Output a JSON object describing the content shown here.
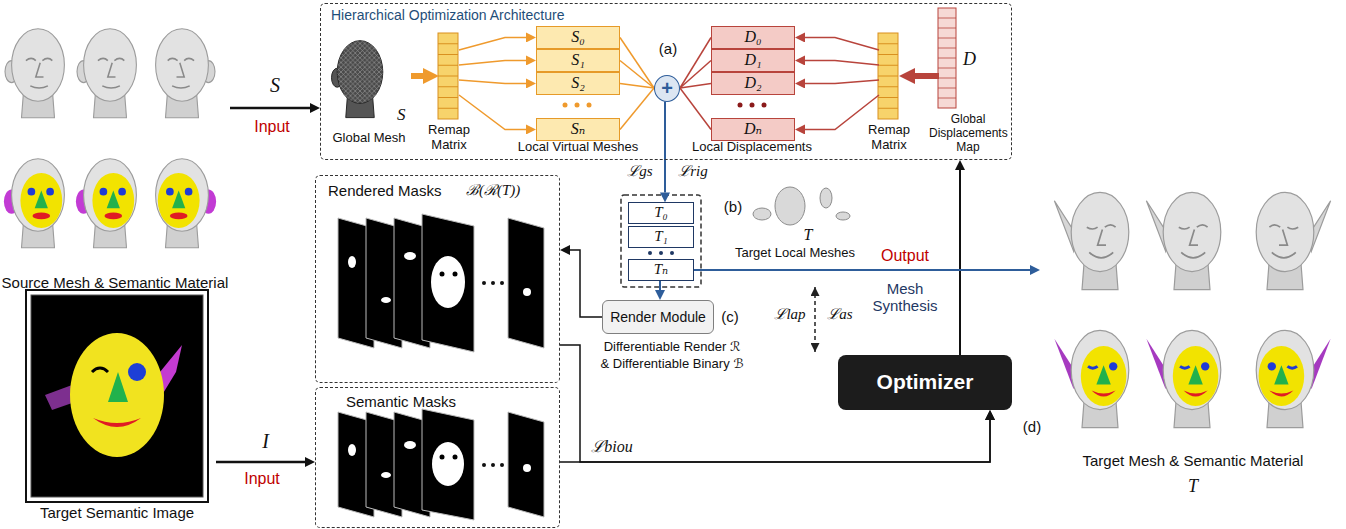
{
  "diagram": {
    "nodes": [
      {
        "text": [
          "Source Mesh & Semantic Material"
        ]
      },
      {
        "text": [
          "Hierarchical Optimization Architecture"
        ]
      },
      {
        "text": [
          "S",
          "Global Mesh"
        ],
        "in": 1
      },
      {
        "text": [
          "Remap Matrix"
        ],
        "in": 1
      },
      {
        "text": [
          "S₀"
        ],
        "in": 1
      },
      {
        "text": [
          "S₁"
        ],
        "in": 1
      },
      {
        "text": [
          "S₂"
        ],
        "in": 1
      },
      {
        "text": [
          "Sₙ"
        ],
        "in": 1
      },
      {
        "text": [
          "+"
        ],
        "in": 1
      },
      {
        "text": [
          "D₀"
        ],
        "in": 1
      },
      {
        "text": [
          "D₁"
        ],
        "in": 1
      },
      {
        "text": [
          "D₂"
        ],
        "in": 1
      },
      {
        "text": [
          "Dₙ"
        ],
        "in": 1
      },
      {
        "text": [
          "Remap Matrix"
        ],
        "in": 1
      },
      {
        "text": [
          "D",
          "Global Displacements Map"
        ],
        "in": 1
      },
      {
        "text": [
          "Target Mesh & Semantic Material",
          "T"
        ]
      },
      {
        "text": [
          "Rendered Masks",
          "ℬ(ℛ(T))"
        ]
      },
      {
        "text": [
          "T₀"
        ]
      },
      {
        "text": [
          "T₁"
        ]
      },
      {
        "text": [
          "Tₙ"
        ]
      },
      {
        "text": [
          "Render Module"
        ]
      },
      {
        "text": [
          "Target Semantic Image"
        ]
      },
      {
        "text": [
          "Semantic Masks"
        ]
      },
      {
        "text": [
          "Optimizer"
        ]
      }
    ],
    "edges": [
      {
        "from": 0,
        "to": 1,
        "arrow": "to",
        "label": "S"
      },
      {
        "from": 2,
        "to": 3,
        "arrow": "to"
      },
      {
        "from": 3,
        "to": 4,
        "arrow": "to"
      },
      {
        "from": 3,
        "to": 5,
        "arrow": "to"
      },
      {
        "from": 3,
        "to": 6,
        "arrow": "to"
      },
      {
        "from": 3,
        "to": 7,
        "arrow": "to"
      },
      {
        "from": 4,
        "to": 8,
        "arrow": "none"
      },
      {
        "from": 5,
        "to": 8,
        "arrow": "none"
      },
      {
        "from": 6,
        "to": 8,
        "arrow": "none"
      },
      {
        "from": 7,
        "to": 8,
        "arrow": "none"
      },
      {
        "from": 14,
        "to": 13,
        "arrow": "to"
      },
      {
        "from": 13,
        "to": 9,
        "arrow": "to"
      },
      {
        "from": 13,
        "to": 10,
        "arrow": "to"
      },
      {
        "from": 13,
        "to": 11,
        "arrow": "to"
      },
      {
        "from": 13,
        "to": 12,
        "arrow": "to"
      },
      {
        "from": 9,
        "to": 8,
        "arrow": "none"
      },
      {
        "from": 10,
        "to": 8,
        "arrow": "none"
      },
      {
        "from": 11,
        "to": 8,
        "arrow": "none"
      },
      {
        "from": 12,
        "to": 8,
        "arrow": "none"
      },
      {
        "from": 8,
        "to": 17,
        "arrow": "to"
      },
      {
        "from": 19,
        "to": 20,
        "arrow": "to"
      },
      {
        "from": 20,
        "to": 16,
        "arrow": "to"
      },
      {
        "from": 16,
        "to": 23,
        "arrow": "to"
      },
      {
        "from": 22,
        "to": 23,
        "arrow": "to"
      },
      {
        "from": 23,
        "to": 1,
        "arrow": "to"
      },
      {
        "from": 19,
        "to": 15,
        "arrow": "to"
      },
      {
        "from": 21,
        "to": 22,
        "arrow": "to",
        "label": "I"
      }
    ],
    "labels": [
      "Input",
      "Input",
      "(a)",
      "Local Virtual Meshes",
      "Local Displacements",
      "ℒgs",
      "ℒrig",
      "(b)",
      "T",
      "Target Local Meshes",
      "(c)",
      "Differentiable Render ℛ",
      "& Differentiable Binary ℬ",
      "ℒbiou",
      "(d)",
      "ℒlap",
      "ℒas",
      "Output",
      "Mesh Synthesis"
    ]
  }
}
